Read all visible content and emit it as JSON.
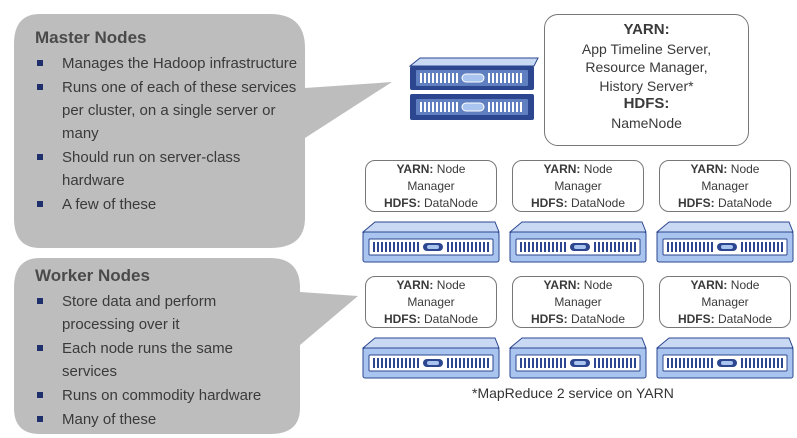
{
  "master": {
    "title": "Master Nodes",
    "bullets": [
      "Manages the Hadoop infrastructure",
      "Runs one of each of these services per cluster, on a single server or many",
      "Should run on server-class hardware",
      "A few of these"
    ]
  },
  "worker": {
    "title": "Worker Nodes",
    "bullets": [
      "Store data and perform processing over it",
      "Each node runs the same services",
      "Runs on commodity hardware",
      "Many of these"
    ]
  },
  "master_services": {
    "yarn_label": "YARN:",
    "yarn_items": [
      "App Timeline Server,",
      "Resource Manager,",
      "History Server*"
    ],
    "hdfs_label": "HDFS:",
    "hdfs_items": [
      "NameNode"
    ]
  },
  "worker_node": {
    "yarn_label": "YARN:",
    "yarn_service_line1": " Node",
    "yarn_service_line2": "Manager",
    "hdfs_label": "HDFS:",
    "hdfs_service": " DataNode"
  },
  "footnote": "*MapReduce 2 service on YARN",
  "colors": {
    "bubble": "#bdbdbd",
    "server_light": "#a9c4ee",
    "server_dark": "#2c4790",
    "bullet": "#1f2f6b"
  }
}
